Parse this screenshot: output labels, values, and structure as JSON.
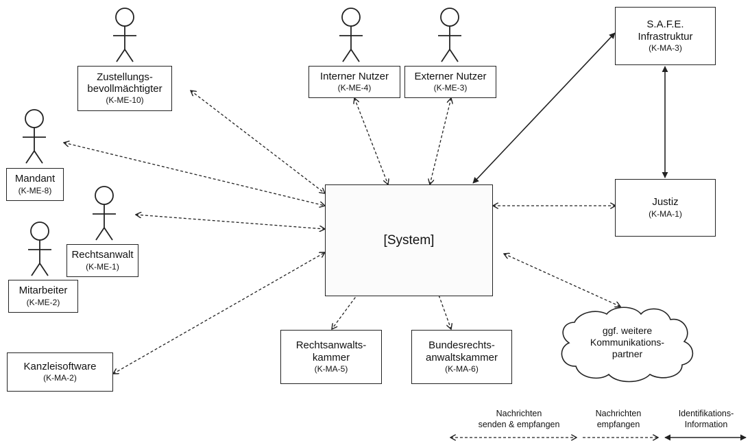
{
  "actors": {
    "zustellung": {
      "line1": "Zustellungs-",
      "line2": "bevollmächtigter",
      "code": "(K-ME-10)"
    },
    "intern": {
      "name": "Interner Nutzer",
      "code": "(K-ME-4)"
    },
    "extern": {
      "name": "Externer Nutzer",
      "code": "(K-ME-3)"
    },
    "mandant": {
      "name": "Mandant",
      "code": "(K-ME-8)"
    },
    "rechtsanwalt": {
      "name": "Rechtsanwalt",
      "code": "(K-ME-1)"
    },
    "mitarbeiter": {
      "name": "Mitarbeiter",
      "code": "(K-ME-2)"
    }
  },
  "boxes": {
    "safe": {
      "line1": "S.A.F.E.",
      "line2": "Infrastruktur",
      "code": "(K-MA-3)"
    },
    "justiz": {
      "name": "Justiz",
      "code": "(K-MA-1)"
    },
    "kanzlei": {
      "name": "Kanzleisoftware",
      "code": "(K-MA-2)"
    },
    "rak": {
      "line1": "Rechtsanwalts-",
      "line2": "kammer",
      "code": "(K-MA-5)"
    },
    "brak": {
      "line1": "Bundesrechts-",
      "line2": "anwaltskammer",
      "code": "(K-MA-6)"
    }
  },
  "system": {
    "label": "[System]"
  },
  "cloud": {
    "line1": "ggf. weitere",
    "line2": "Kommunikations-",
    "line3": "partner"
  },
  "legend": {
    "send_receive": {
      "line1": "Nachrichten",
      "line2": "senden & empfangen"
    },
    "receive": {
      "line1": "Nachrichten",
      "line2": "empfangen"
    },
    "identification": {
      "line1": "Identifikations-",
      "line2": "Information"
    }
  }
}
